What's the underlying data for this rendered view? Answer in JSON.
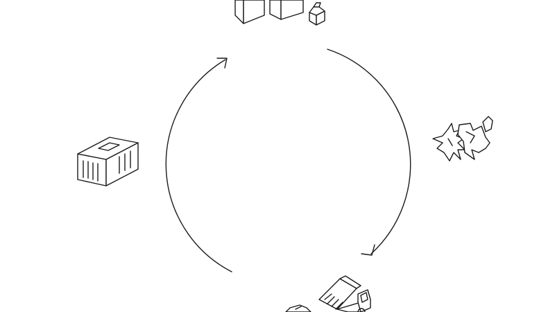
{
  "diagram": {
    "type": "cycle",
    "direction": "clockwise",
    "stroke_color": "#1a1a1a",
    "background_color": "#ffffff",
    "stages": [
      {
        "id": "buildings",
        "icon": "buildings-icon"
      },
      {
        "id": "debris",
        "icon": "debris-icon"
      },
      {
        "id": "demolition",
        "icon": "dump-truck-icon"
      },
      {
        "id": "container",
        "icon": "shipping-container-icon"
      }
    ]
  }
}
